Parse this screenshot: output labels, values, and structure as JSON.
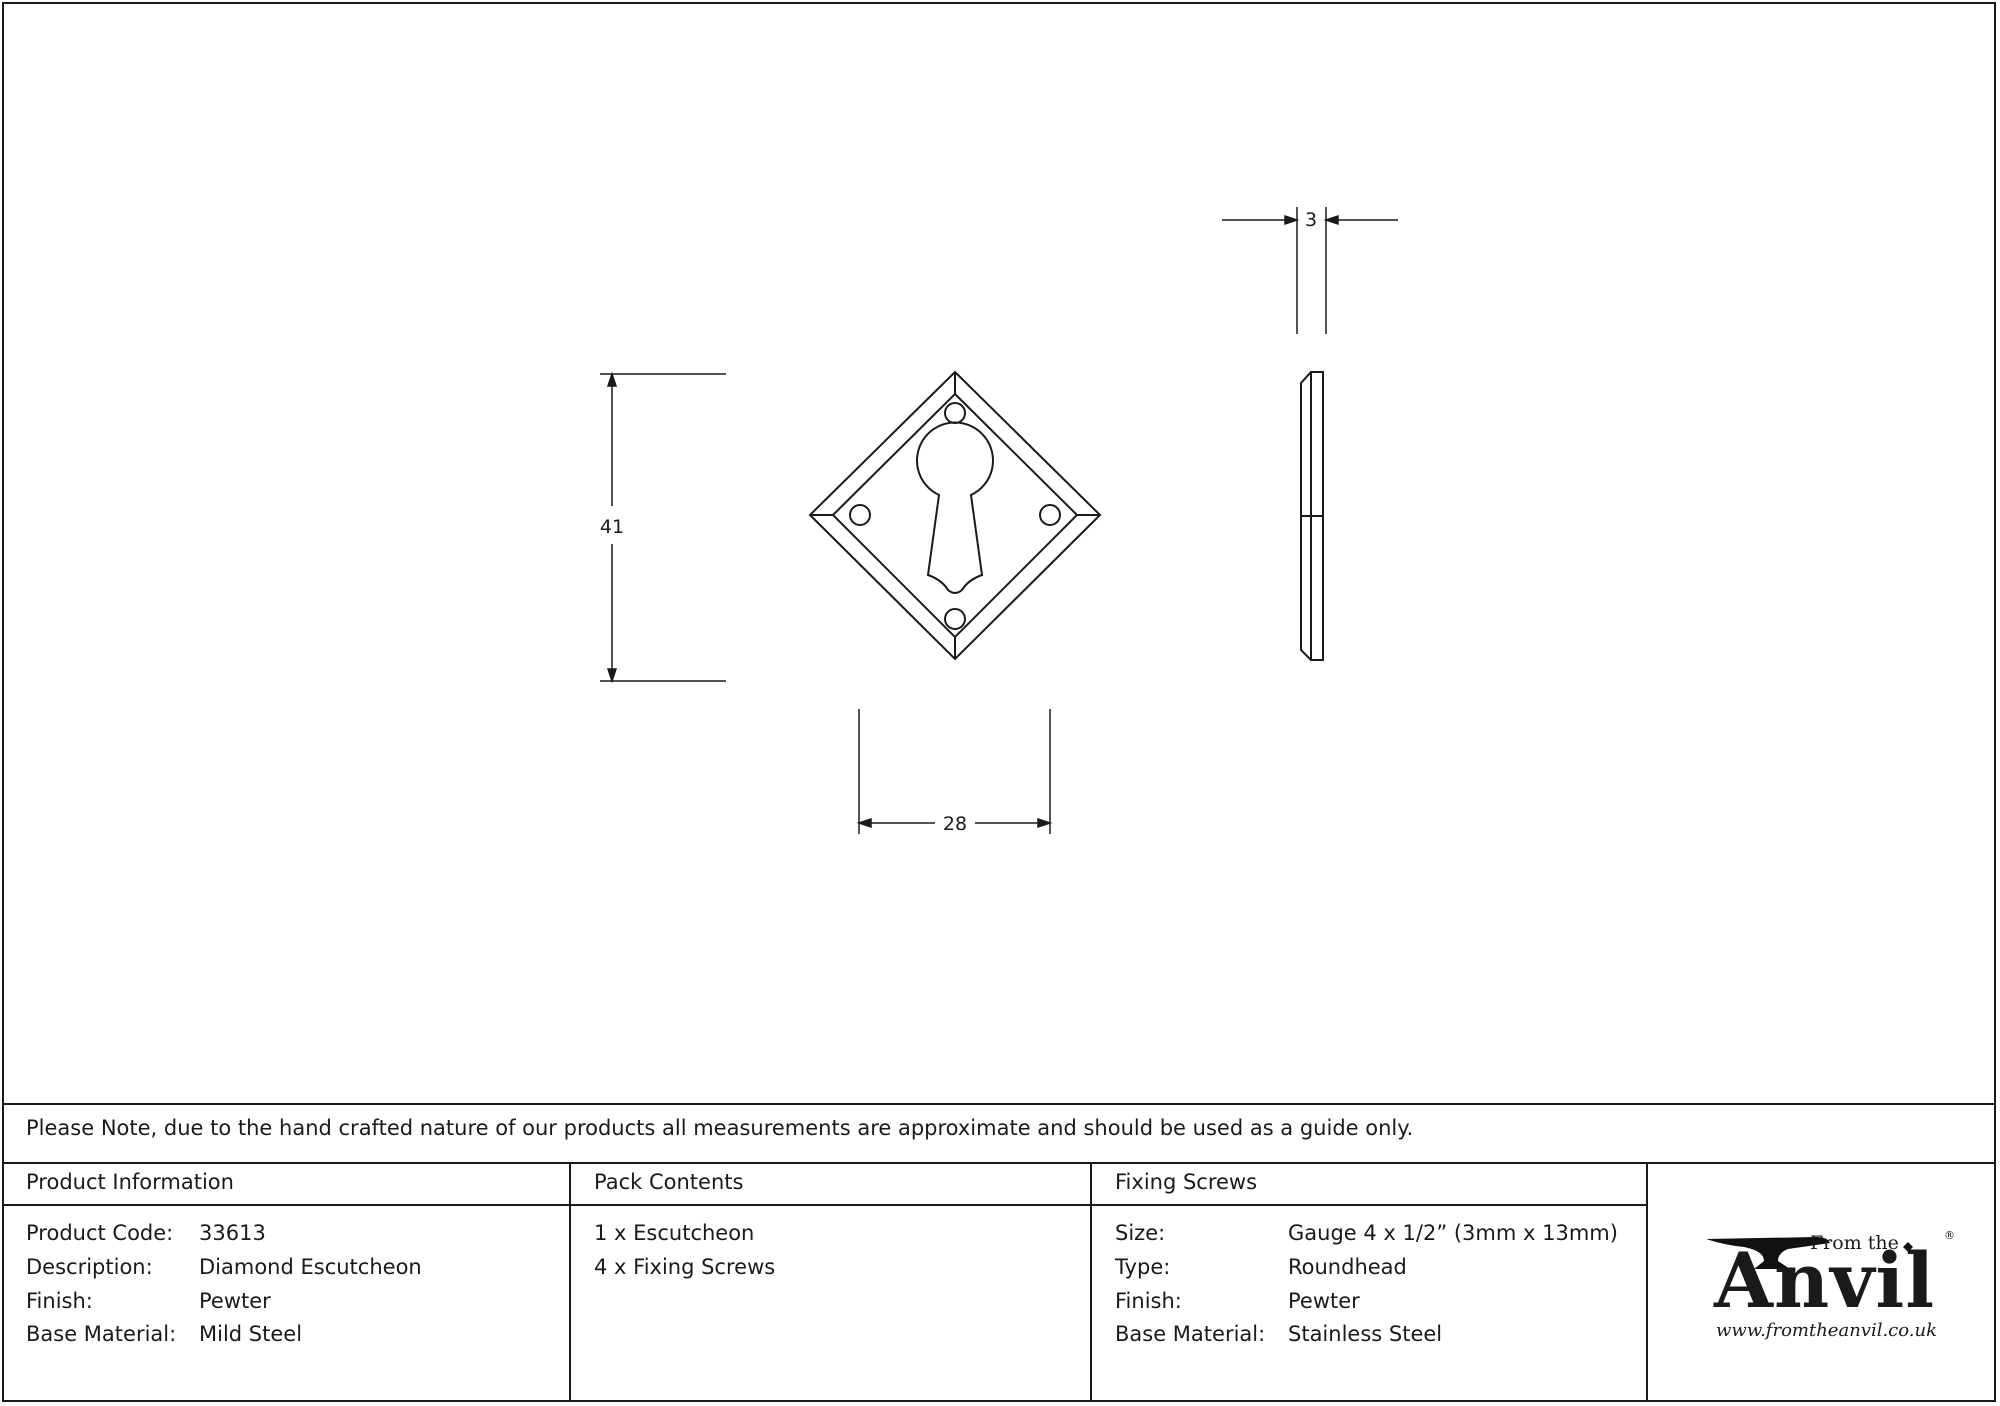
{
  "drawing": {
    "dim_height": "41",
    "dim_width": "28",
    "dim_thickness": "3"
  },
  "note": "Please Note, due to the hand crafted nature of our products all measurements are approximate and should be used as a guide only.",
  "product_info": {
    "header": "Product Information",
    "rows": [
      {
        "label": "Product Code:",
        "value": "33613"
      },
      {
        "label": "Description:",
        "value": "Diamond Escutcheon"
      },
      {
        "label": "Finish:",
        "value": "Pewter"
      },
      {
        "label": "Base Material:",
        "value": "Mild Steel"
      }
    ]
  },
  "pack_contents": {
    "header": "Pack Contents",
    "items": [
      "1 x Escutcheon",
      "4 x Fixing Screws"
    ]
  },
  "fixing_screws": {
    "header": "Fixing Screws",
    "rows": [
      {
        "label": "Size:",
        "value": "Gauge 4 x 1/2” (3mm x 13mm)"
      },
      {
        "label": "Type:",
        "value": "Roundhead"
      },
      {
        "label": "Finish:",
        "value": "Pewter"
      },
      {
        "label": "Base Material:",
        "value": "Stainless Steel"
      }
    ]
  },
  "logo": {
    "from_the": "From the",
    "brand": "Anvil",
    "registered": "®",
    "url": "www.fromtheanvil.co.uk"
  }
}
